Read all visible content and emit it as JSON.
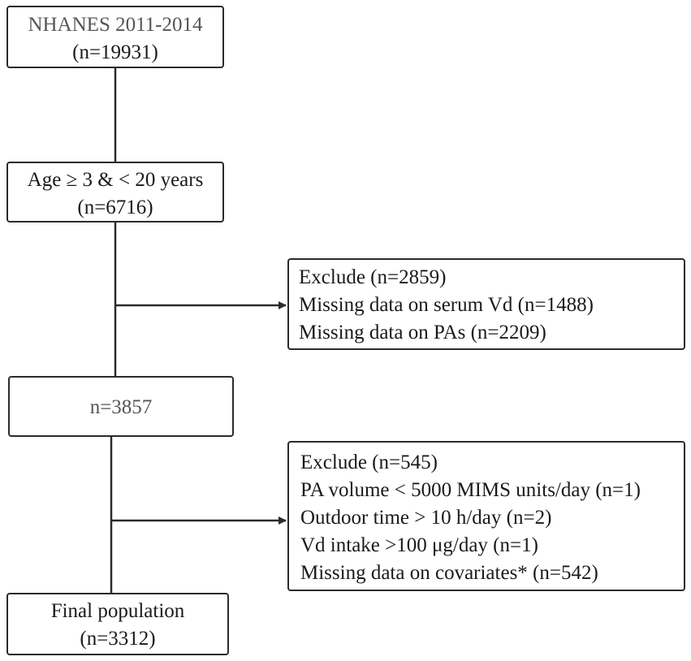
{
  "diagram": {
    "box_nhanes": {
      "line1": "NHANES 2011-2014",
      "line2": "(n=19931)"
    },
    "box_age": {
      "line1": "Age ≥ 3 & < 20 years",
      "line2": "(n=6716)"
    },
    "exclude_1": {
      "title": "Exclude (n=2859)",
      "items": [
        "Missing data on serum Vd (n=1488)",
        "Missing data on PAs (n=2209)"
      ]
    },
    "box_mid": {
      "line1": "n=3857"
    },
    "exclude_2": {
      "title": "Exclude (n=545)",
      "items": [
        "PA volume < 5000 MIMS units/day (n=1)",
        "Outdoor time > 10 h/day (n=2)",
        "Vd intake >100 μg/day (n=1)",
        "Missing data on covariates* (n=542)"
      ]
    },
    "box_final": {
      "line1": "Final population",
      "line2": "(n=3312)"
    }
  }
}
